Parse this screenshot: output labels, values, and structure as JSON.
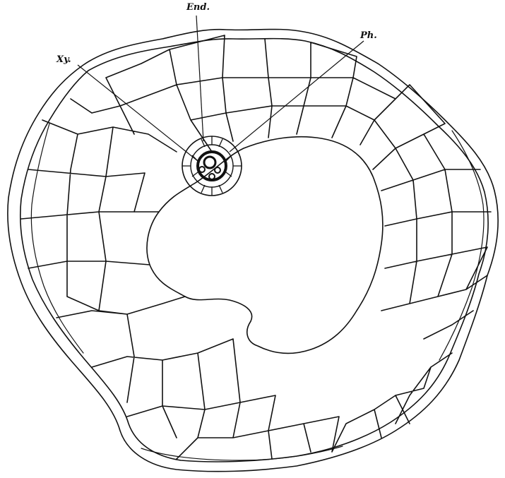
{
  "labels": {
    "endodermis": "End.",
    "xylem": "Xy.",
    "phloem": "Ph."
  },
  "colors": {
    "ink": "#111111",
    "paper": "#ffffff"
  }
}
